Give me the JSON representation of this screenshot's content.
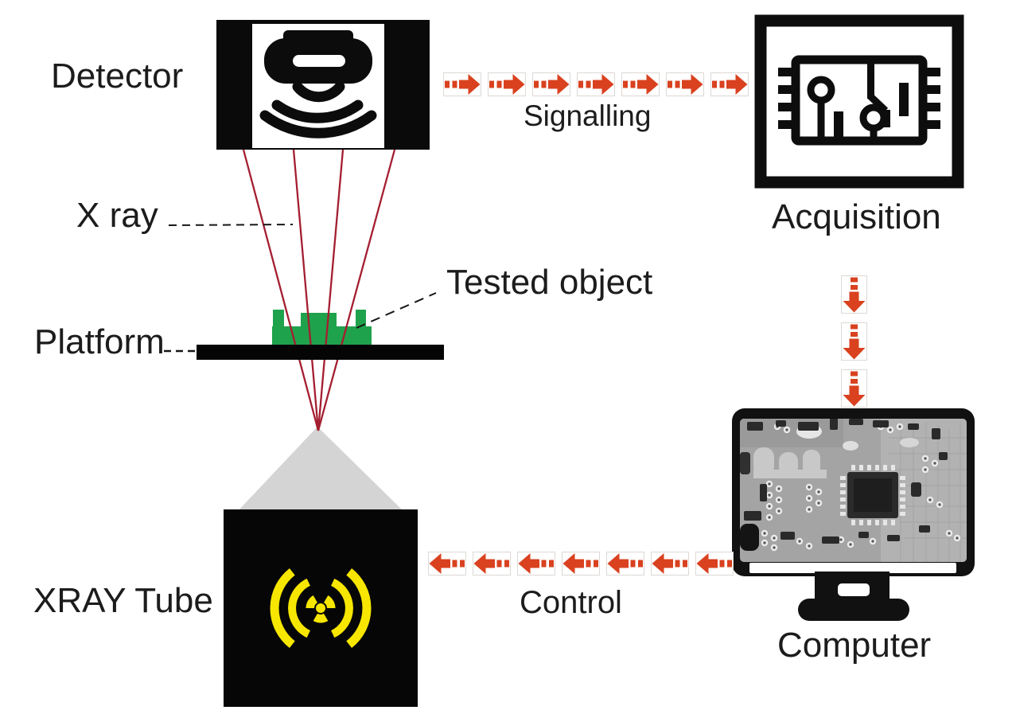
{
  "diagram": {
    "labels": {
      "detector": "Detector",
      "x_ray": "X ray",
      "platform": "Platform",
      "tested_object": "Tested object",
      "xray_tube": "XRAY Tube",
      "signalling": "Signalling",
      "control": "Control",
      "acquisition": "Acquisition",
      "computer": "Computer"
    },
    "flows": [
      {
        "from": "Detector",
        "to": "Acquisition",
        "label": "Signalling",
        "direction": "right",
        "arrow_count": 7
      },
      {
        "from": "Acquisition",
        "to": "Computer",
        "label": "",
        "direction": "down",
        "arrow_count": 3
      },
      {
        "from": "Computer",
        "to": "XRAY Tube",
        "label": "Control",
        "direction": "left",
        "arrow_count": 7
      }
    ],
    "icons": {
      "detector": "radiation-detector-icon",
      "acquisition": "circuit-chip-icon",
      "computer": "monitor-with-pcb-xray-icon",
      "xray_tube": "radiation-emitter-icon",
      "signalling_arrow": "dashed-arrow-right-icon",
      "control_arrow": "dashed-arrow-left-icon",
      "acquisition_to_computer_arrow": "dashed-arrow-down-icon"
    },
    "colors": {
      "arrow_red": "#d9411f",
      "xray_beam_red": "#a41e31",
      "tested_object_green": "#1fa24c",
      "radiation_yellow": "#f7e600",
      "beam_cone_gray": "#d4d4d4",
      "component_black": "#0a0a0a"
    }
  }
}
